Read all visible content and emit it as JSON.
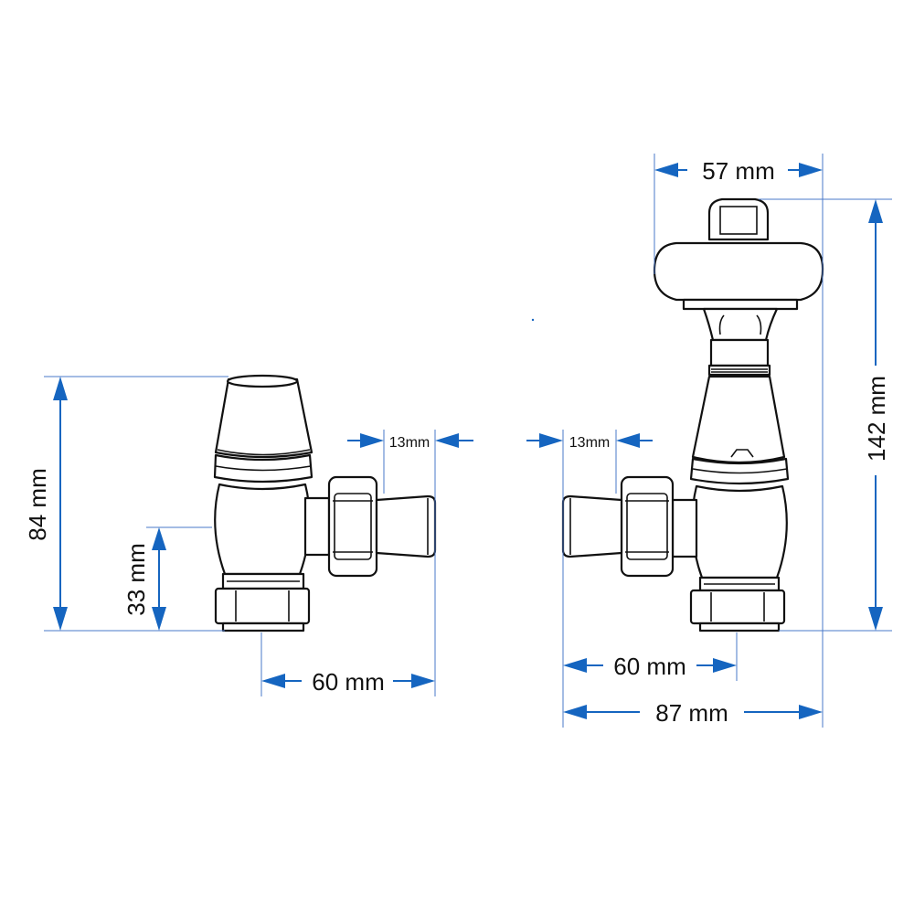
{
  "colors": {
    "dimension": "#1565c0",
    "extension": "#4a78c8",
    "outline": "#111111",
    "background": "#ffffff"
  },
  "left_view": {
    "height_total": "84 mm",
    "height_inlet": "33 mm",
    "width_body": "60 mm",
    "thread_length": "13mm"
  },
  "right_view": {
    "head_width": "57 mm",
    "height_total": "142 mm",
    "thread_length": "13mm",
    "width_body": "60 mm",
    "width_total": "87 mm"
  }
}
